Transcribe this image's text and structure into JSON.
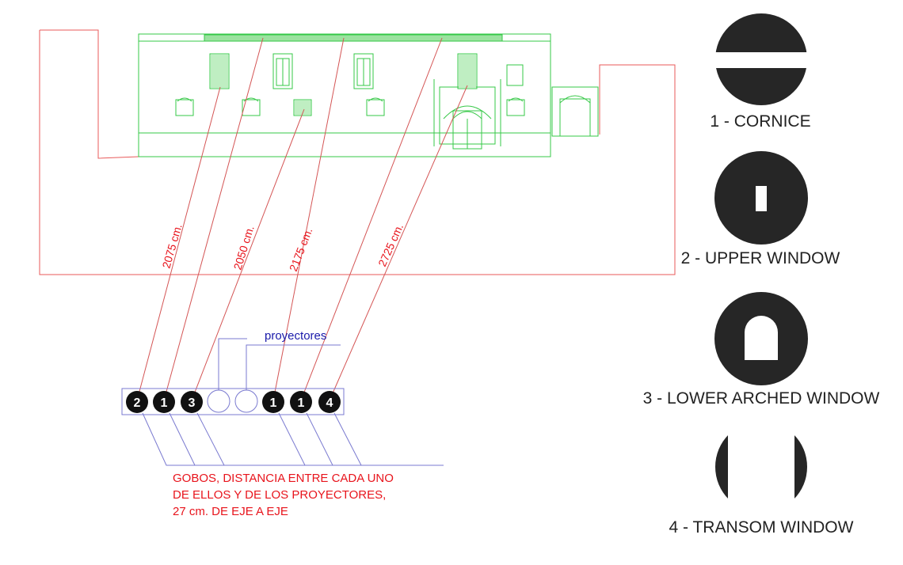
{
  "colors": {
    "facade": "#36c847",
    "site": "#e85a5a",
    "beam": "#d45555",
    "leader": "#7a7ad0",
    "label_red": "#e8141c",
    "label_blue": "#1a1aaa",
    "icon": "#262626"
  },
  "distances": [
    "2075 cm.",
    "2050 cm.",
    "2175 cm.",
    "2725 cm."
  ],
  "projector_label": "proyectores",
  "gobo_numbers": [
    "2",
    "1",
    "3",
    "1",
    "1",
    "4"
  ],
  "note_lines": [
    "GOBOS,  DISTANCIA ENTRE CADA UNO",
    "DE ELLOS Y DE LOS PROYECTORES,",
    "27 cm. DE EJE A EJE"
  ],
  "legend": [
    {
      "label": "1 - CORNICE",
      "icon": "cornice-gobo-icon"
    },
    {
      "label": "2 - UPPER WINDOW",
      "icon": "upper-window-gobo-icon"
    },
    {
      "label": "3 - LOWER ARCHED WINDOW",
      "icon": "arched-window-gobo-icon"
    },
    {
      "label": "4 - TRANSOM WINDOW",
      "icon": "transom-window-gobo-icon"
    }
  ]
}
